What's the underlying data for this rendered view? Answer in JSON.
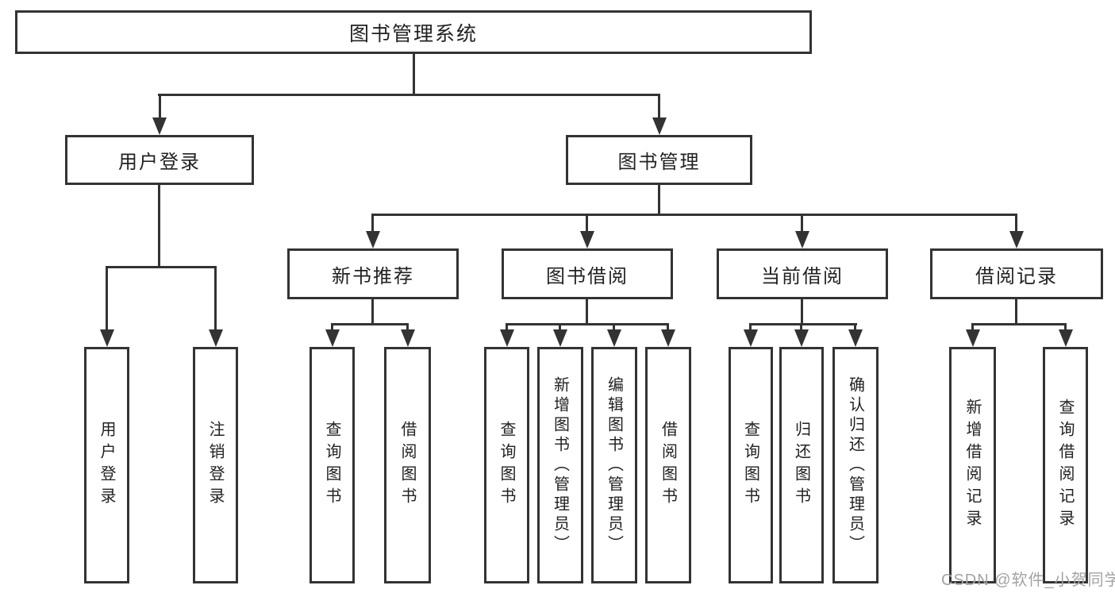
{
  "diagram_type": "hierarchy-tree",
  "colors": {
    "line": "#333333",
    "text": "#222222",
    "watermark": "#a3a3a3",
    "background": "#ffffff"
  },
  "watermark": {
    "text": "CSDN @软件_小贺同学"
  },
  "hierarchy": {
    "root": "图书管理系统",
    "children": [
      {
        "label": "用户登录",
        "children": [
          "用户登录",
          "注销登录"
        ]
      },
      {
        "label": "图书管理",
        "children": [
          {
            "label": "新书推荐",
            "children": [
              "查询图书",
              "借阅图书"
            ]
          },
          {
            "label": "图书借阅",
            "children": [
              "查询图书",
              "新增图书（管理员）",
              "编辑图书（管理员）",
              "借阅图书"
            ]
          },
          {
            "label": "当前借阅",
            "children": [
              "查询图书",
              "归还图书",
              "确认归还（管理员）"
            ]
          },
          {
            "label": "借阅记录",
            "children": [
              "新增借阅记录",
              "查询借阅记录"
            ]
          }
        ]
      }
    ]
  }
}
